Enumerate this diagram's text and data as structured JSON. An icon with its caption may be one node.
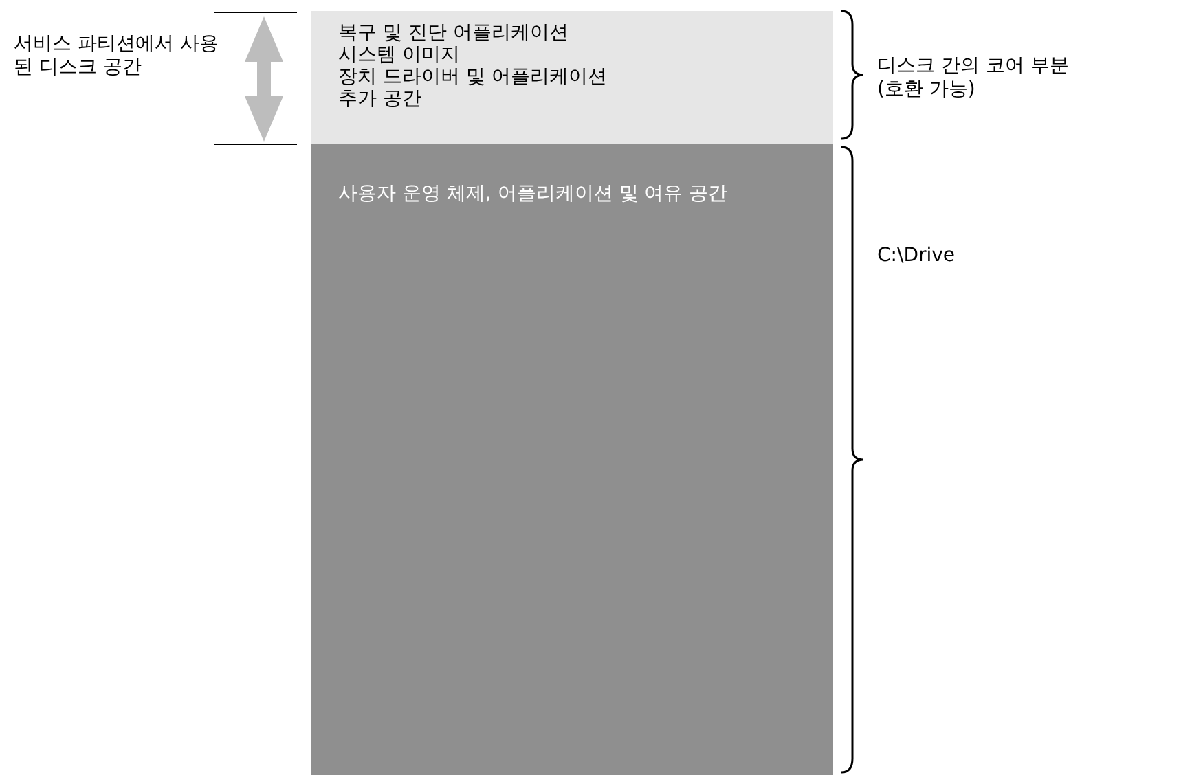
{
  "diagram": {
    "nodes": [
      {
        "text": [
          "복구 및 진단 어플리케이션",
          "시스템 이미지",
          "장치 드라이버 및 어플리케이션",
          "추가 공간"
        ]
      },
      {
        "text": [
          "사용자 운영 체제, 어플리케이션 및 여유 공간"
        ]
      }
    ],
    "labels": [
      "서비스 파티션에서 사용된 디스크 공간",
      "디스크 간의 코어 부분 (호환 가능)",
      "C:\\Drive"
    ]
  }
}
